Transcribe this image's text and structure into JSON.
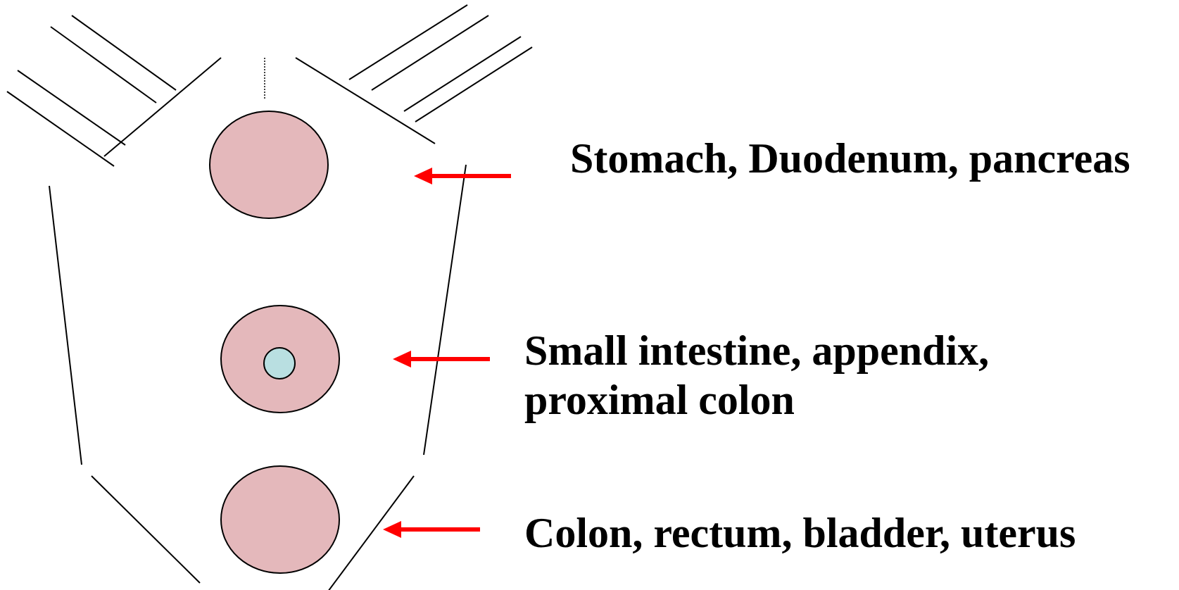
{
  "colors": {
    "outline": "#000000",
    "organ_fill": "#e4b8bb",
    "inner_fill": "#b9dfe1",
    "arrow": "#ff0000",
    "text": "#000000"
  },
  "levels": [
    {
      "lines": [
        "Stomach, Duodenum, pancreas"
      ],
      "has_inner_circle": false
    },
    {
      "lines": [
        "Small intestine, appendix,",
        "proximal colon"
      ],
      "has_inner_circle": true
    },
    {
      "lines": [
        "Colon, rectum, bladder, uterus"
      ],
      "has_inner_circle": false
    }
  ]
}
